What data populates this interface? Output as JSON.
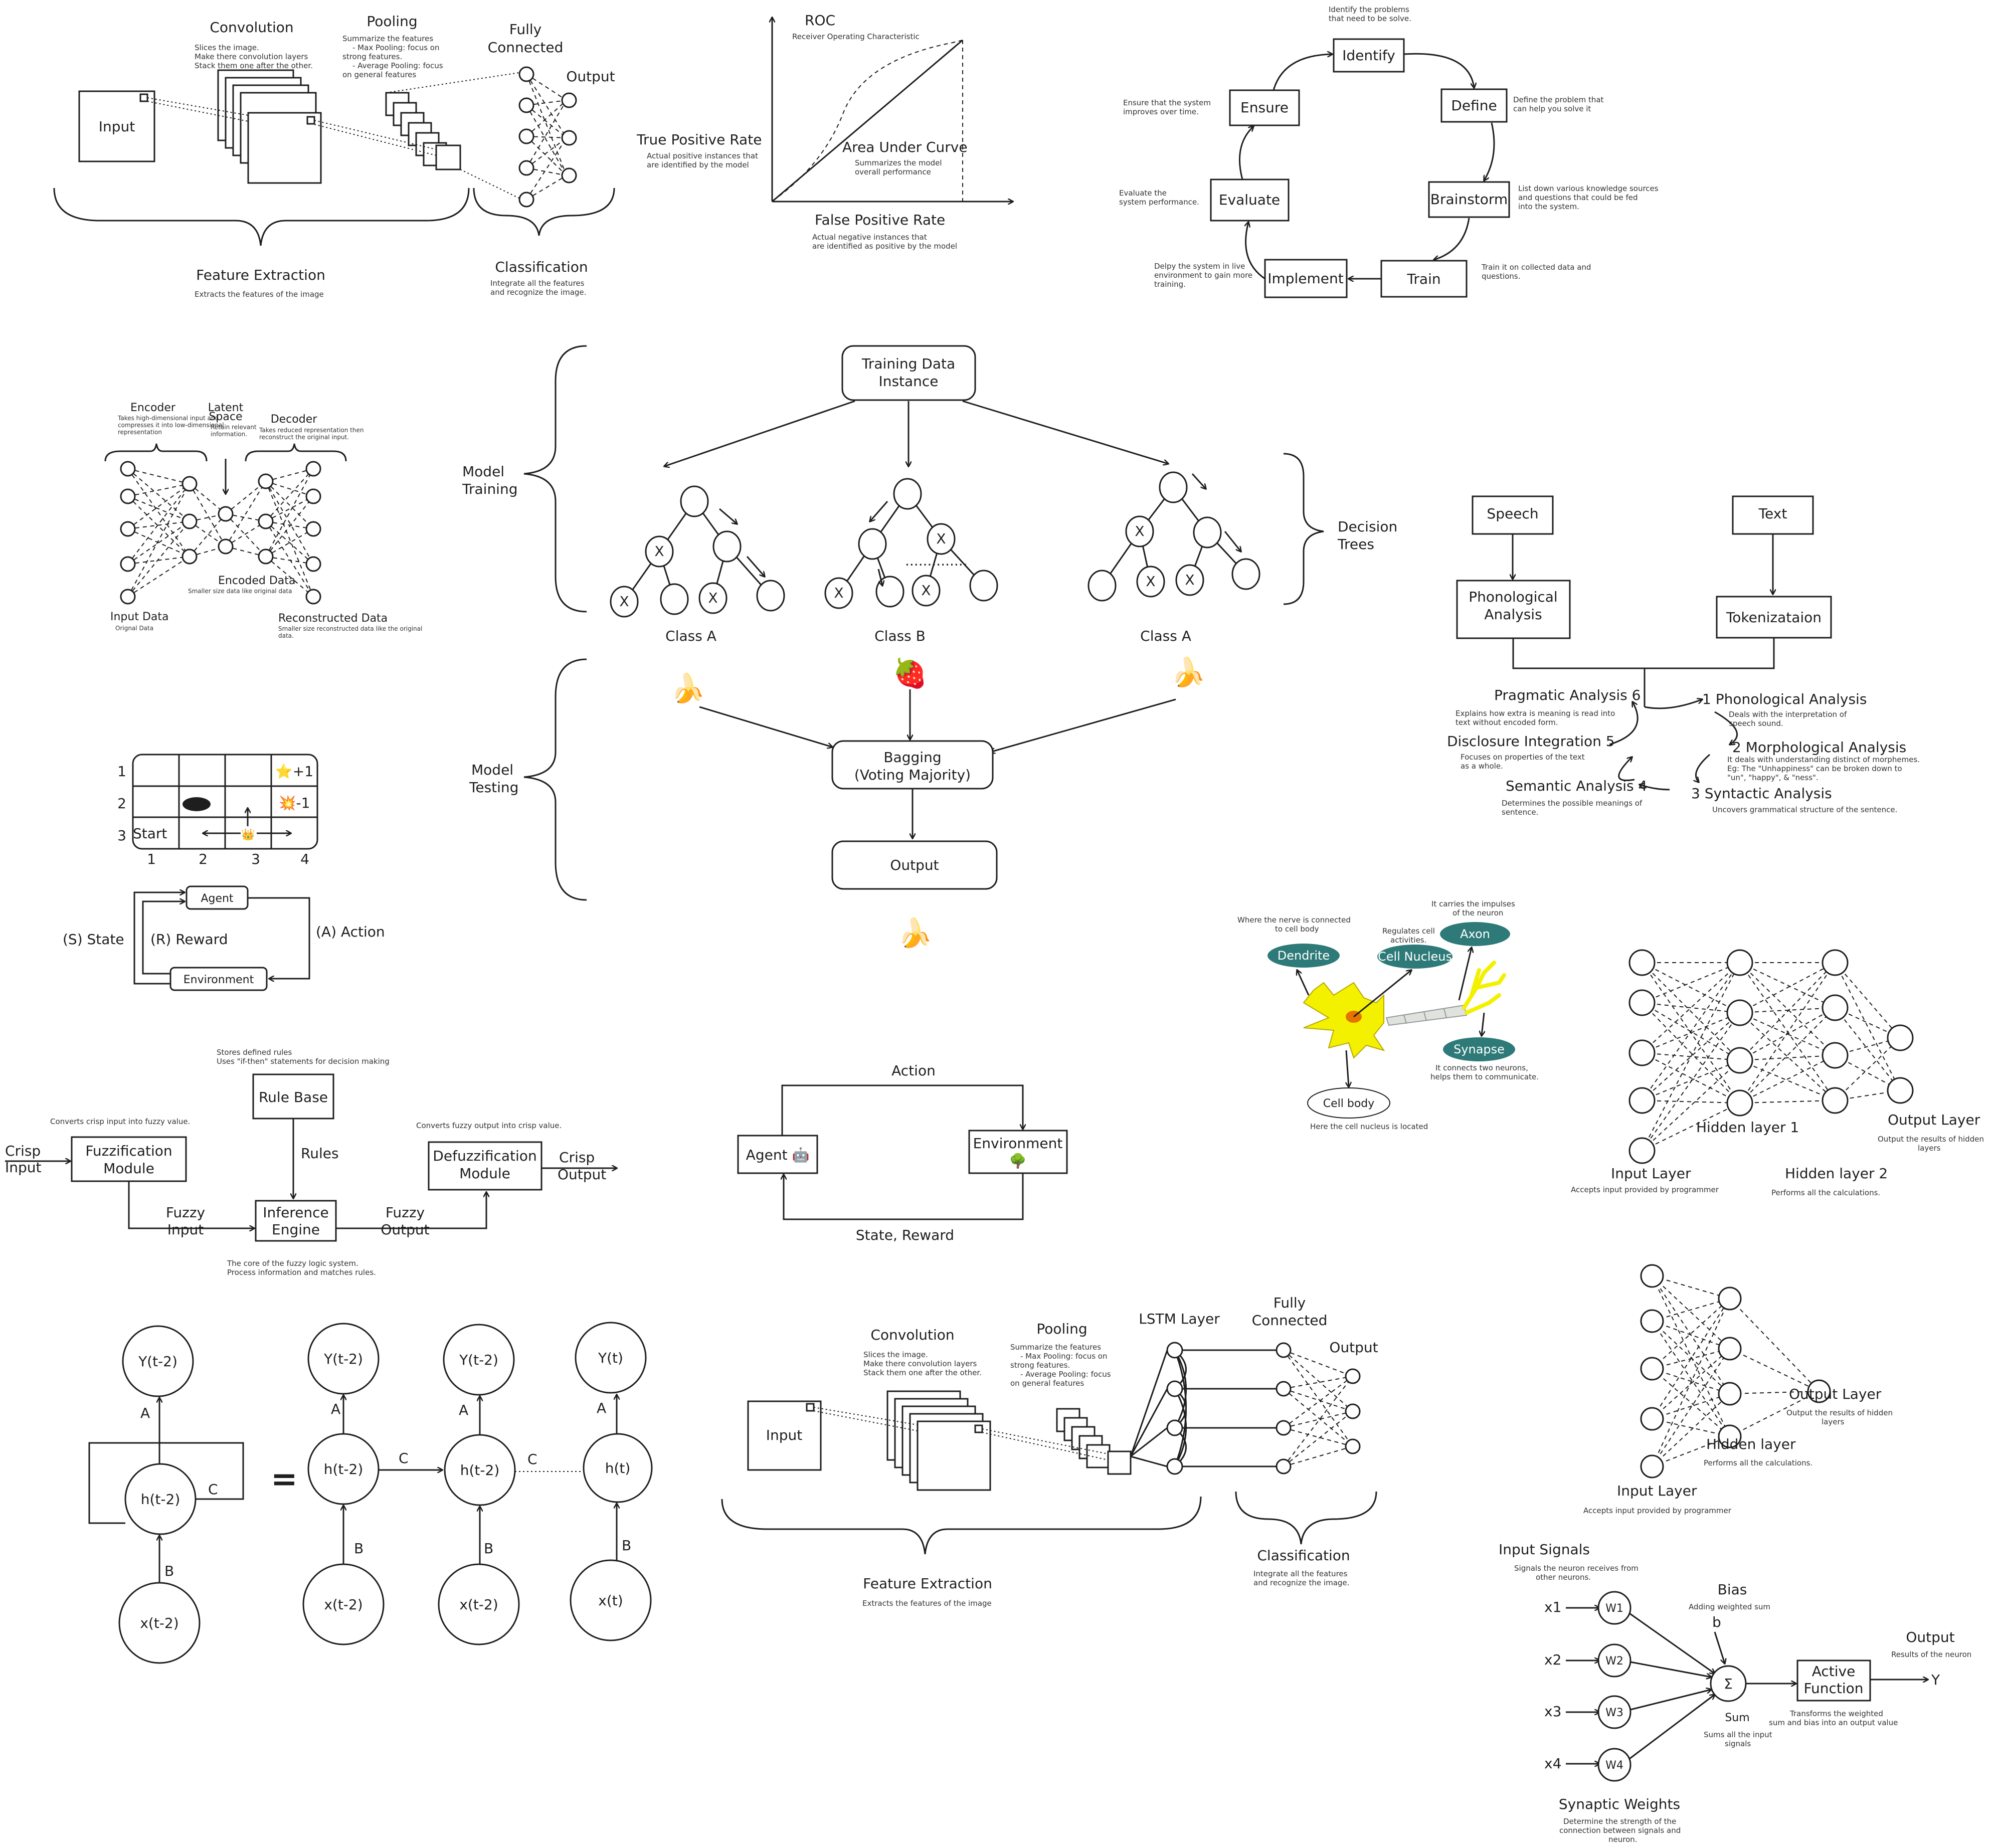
{
  "cnn1": {
    "input": "Input",
    "convolution": "Convolution",
    "convolution_desc": [
      "Slices the image.",
      "Make there convolution layers",
      "Stack them one after the other."
    ],
    "pooling": "Pooling",
    "pooling_desc": [
      "Summarize the features",
      "- Max Pooling: focus on",
      "strong features.",
      "- Average Pooling: focus",
      "on general features"
    ],
    "fully": "Fully",
    "connected": "Connected",
    "output": "Output",
    "feature_extraction": "Feature Extraction",
    "feature_extraction_desc": "Extracts the features of the image",
    "classification": "Classification",
    "classification_desc": [
      "Integrate all the features",
      "and recognize the image."
    ]
  },
  "roc": {
    "title": "ROC",
    "subtitle": "Receiver Operating Characteristic",
    "tpr": "True Positive Rate",
    "tpr_desc": [
      "Actual positive instances that",
      "are identified by the model"
    ],
    "auc": "Area Under Curve",
    "auc_desc": [
      "Summarizes the model",
      "overall performance"
    ],
    "fpr": "False Positive Rate",
    "fpr_desc": [
      "Actual negative instances that",
      "are identified as positive by the model"
    ]
  },
  "cycle": {
    "identify": "Identify",
    "identify_desc": [
      "Identify the problems",
      "that need to be solve."
    ],
    "define": "Define",
    "define_desc": [
      "Define the problem that",
      "can help you solve it"
    ],
    "brainstorm": "Brainstorm",
    "brainstorm_desc": [
      "List down various knowledge sources",
      "and questions that could be fed",
      "into the system."
    ],
    "train": "Train",
    "train_desc": [
      "Train it on collected data and",
      "questions."
    ],
    "implement": "Implement",
    "implement_desc": [
      "Delpy the system in live",
      "environment to gain more",
      "training."
    ],
    "evaluate": "Evaluate",
    "evaluate_desc": [
      "Evaluate the",
      "system performance."
    ],
    "ensure": "Ensure",
    "ensure_desc": [
      "Ensure that the system",
      "improves over time."
    ]
  },
  "autoencoder": {
    "encoder": "Encoder",
    "encoder_desc": [
      "Takes high-dimensional input and",
      "compresses it into low-dimensional",
      "representation"
    ],
    "latent": "Latent",
    "space": "Space",
    "latent_desc": [
      "Retain relevant",
      "information."
    ],
    "decoder": "Decoder",
    "decoder_desc": [
      "Takes reduced representation then",
      "reconstruct the original input."
    ],
    "encoded": "Encoded Data",
    "encoded_desc": "Smaller size data like original data",
    "input": "Input Data",
    "input_desc": "Orignal Data",
    "reconstructed": "Reconstructed Data",
    "reconstructed_desc": [
      "Smaller size reconstructed data like the original",
      "data."
    ]
  },
  "forest": {
    "model_training": [
      "Model",
      "Training"
    ],
    "model_testing": [
      "Model",
      "Testing"
    ],
    "training_instance": [
      "Training Data",
      "Instance"
    ],
    "decision_trees": [
      "Decision",
      "Trees"
    ],
    "class_a": "Class A",
    "class_b": "Class B",
    "class_a2": "Class A",
    "x_mark": "X",
    "bagging": [
      "Bagging",
      "(Voting Majority)"
    ],
    "output": "Output",
    "banana": "🍌",
    "strawberry": "🍓"
  },
  "nlp": {
    "speech": "Speech",
    "text": "Text",
    "phonological_analysis": [
      "Phonological",
      "Analysis"
    ],
    "tokenization": "Tokenizataion",
    "step1": "1  Phonological Analysis",
    "step1_desc": [
      "Deals with the interpretation of",
      "speech sound."
    ],
    "step2": "2  Morphological Analysis",
    "step2_desc": [
      "It deals with understanding distinct of morphemes.",
      "Eg: The \"Unhappiness\" can be broken down to",
      "\"un\", \"happy\", & \"ness\"."
    ],
    "step3": "3  Syntactic Analysis",
    "step3_desc": "Uncovers grammatical structure of the sentence.",
    "step4": "Semantic Analysis  4",
    "step4_desc": [
      "Determines the possible meanings of",
      "sentence."
    ],
    "step5": "Disclosure Integration  5",
    "step5_desc": [
      "Focuses on properties of the text",
      "as a whole."
    ],
    "step6": "Pragmatic Analysis  6",
    "step6_desc": [
      "Explains how extra is meaning is read into",
      "text without encoded form."
    ]
  },
  "grid": {
    "rows": [
      "1",
      "2",
      "3"
    ],
    "cols": [
      "1",
      "2",
      "3",
      "4"
    ],
    "plus": "⭐+1",
    "minus": "💥-1",
    "start": "Start",
    "agent_icon": "👑",
    "agent": "Agent",
    "environment": "Environment",
    "state": "(S) State",
    "reward": "(R) Reward",
    "action": "(A) Action"
  },
  "neuron": {
    "dendrite": "Dendrite",
    "dendrite_desc": [
      "Where the nerve is connected",
      "to cell body"
    ],
    "nucleus": "Cell Nucleus",
    "nucleus_desc": [
      "Regulates cell",
      "activities."
    ],
    "axon": "Axon",
    "axon_desc": [
      "It carries the impulses",
      "of the neuron"
    ],
    "synapse": "Synapse",
    "synapse_desc": [
      "It connects two neurons,",
      "helps them to communicate."
    ],
    "cellbody": "Cell body",
    "cellbody_desc": "Here the cell nucleus is located"
  },
  "dnn": {
    "hidden1": "Hidden layer 1",
    "hidden2": "Hidden layer 2",
    "hidden2_desc": "Performs all the calculations.",
    "input": "Input Layer",
    "input_desc": "Accepts input provided by programmer",
    "output": "Output Layer",
    "output_desc": [
      "Output the results of hidden",
      "layers"
    ]
  },
  "fuzzy": {
    "rulebase": "Rule Base",
    "rulebase_desc": [
      "Stores defined rules",
      "Uses \"if-then\" statements for decision making"
    ],
    "fuzzification": [
      "Fuzzification",
      "Module"
    ],
    "fuzzification_desc": "Converts crisp input into fuzzy value.",
    "inference": [
      "Inference",
      "Engine"
    ],
    "inference_desc": [
      "The core of the fuzzy logic system.",
      "Process information and matches rules."
    ],
    "defuzzification": [
      "Defuzzification",
      "Module"
    ],
    "defuzzification_desc": "Converts fuzzy output into crisp value.",
    "crisp_input": [
      "Crisp",
      "Input"
    ],
    "crisp_output": [
      "Crisp",
      "Output"
    ],
    "rules": "Rules",
    "fuzzy_input": [
      "Fuzzy",
      "Input"
    ],
    "fuzzy_output": [
      "Fuzzy",
      "Output"
    ]
  },
  "rl2": {
    "action": "Action",
    "agent": "Agent 🤖",
    "environment": "Environment",
    "tree": "🌳",
    "state_reward": "State, Reward"
  },
  "ann": {
    "hidden": "Hidden layer",
    "hidden_desc": "Performs all the calculations.",
    "input": "Input Layer",
    "input_desc": "Accepts input provided by programmer",
    "output": "Output Layer",
    "output_desc": [
      "Output the results of hidden",
      "layers"
    ]
  },
  "rnn": {
    "y_t2": "Y(t-2)",
    "h_t2": "h(t-2)",
    "x_t2": "x(t-2)",
    "y_t": "Y(t)",
    "h_t": "h(t)",
    "x_t": "x(t)",
    "a": "A",
    "b": "B",
    "c": "C",
    "equals": "="
  },
  "cnn2": {
    "input": "Input",
    "convolution": "Convolution",
    "convolution_desc": [
      "Slices the image.",
      "Make there convolution layers",
      "Stack them one after the other."
    ],
    "pooling": "Pooling",
    "pooling_desc": [
      "Summarize the features",
      "- Max Pooling: focus on",
      "strong features.",
      "- Average Pooling: focus",
      "on general features"
    ],
    "lstm": "LSTM Layer",
    "fully": "Fully",
    "connected": "Connected",
    "output": "Output",
    "feature_extraction": "Feature Extraction",
    "feature_extraction_desc": "Extracts the features of the image",
    "classification": "Classification",
    "classification_desc": [
      "Integrate all the features",
      "and recognize the image."
    ]
  },
  "perceptron": {
    "input_signals": "Input Signals",
    "input_signals_desc": [
      "Signals the neuron receives from",
      "other neurons."
    ],
    "x1": "x1",
    "x2": "x2",
    "x3": "x3",
    "x4": "x4",
    "w1": "W1",
    "w2": "W2",
    "w3": "W3",
    "w4": "W4",
    "bias": "Bias",
    "bias_desc": "Adding weighted sum",
    "b": "b",
    "sigma": "Σ",
    "sum": "Sum",
    "sum_desc": [
      "Sums all the input",
      "signals"
    ],
    "active": [
      "Active",
      "Function"
    ],
    "active_desc": [
      "Transforms the weighted",
      "sum and bias into an output value"
    ],
    "output": "Output",
    "output_desc": "Results of the neuron",
    "y": "Y",
    "weights": "Synaptic Weights",
    "weights_desc": [
      "Determine the strength of the",
      "connection between signals and",
      "neuron."
    ]
  }
}
